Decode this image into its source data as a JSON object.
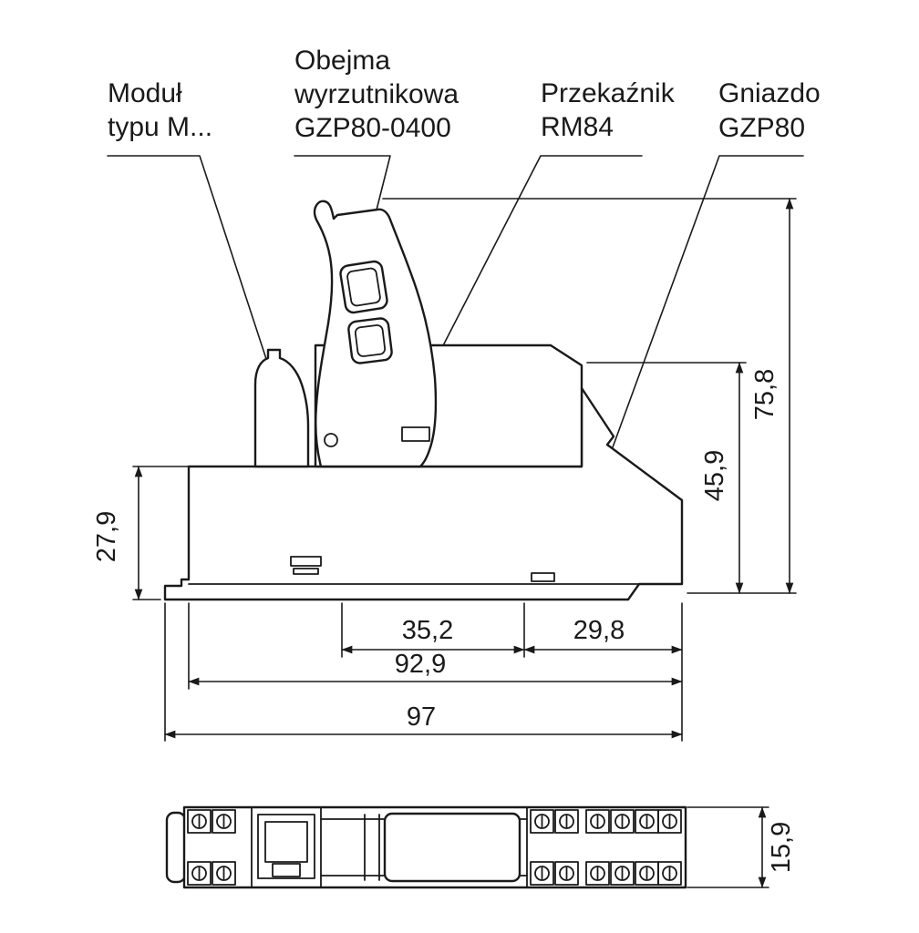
{
  "labels": {
    "module": [
      "Moduł",
      "typu M..."
    ],
    "ejector_clamp": [
      "Obejma",
      "wyrzutnikowa",
      "GZP80-0400"
    ],
    "relay": [
      "Przekaźnik",
      "RM84"
    ],
    "socket": [
      "Gniazdo",
      "GZP80"
    ]
  },
  "dimensions": {
    "module_height": "27,9",
    "overall_height": "75,8",
    "socket_height": "45,9",
    "rail_left_width": "35,2",
    "rail_right_width": "29,8",
    "body_width": "92,9",
    "overall_width": "97",
    "body_depth": "15,9"
  },
  "colors": {
    "line": "#1a1a1a",
    "background": "#ffffff"
  }
}
